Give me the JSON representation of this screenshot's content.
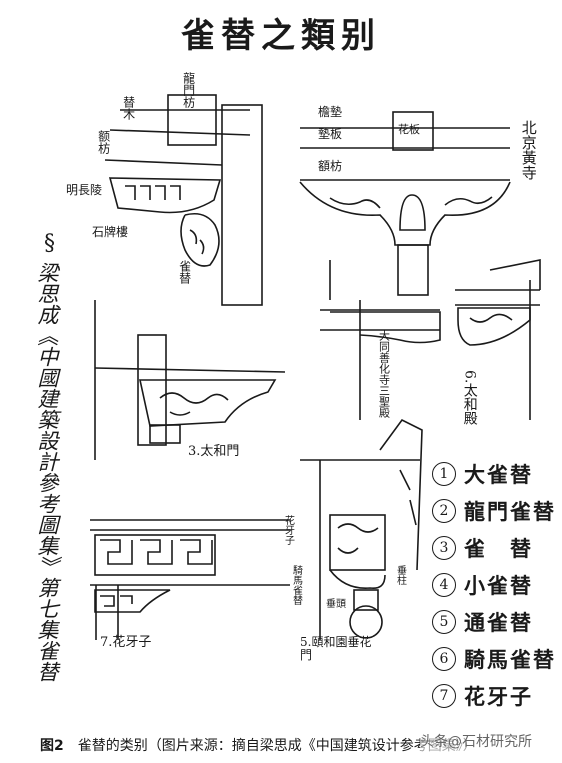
{
  "title": "雀替之類别",
  "sketch_labels": {
    "long_men_fang": "龍門枋",
    "ti_mu": "替木",
    "e_fang": "额枋",
    "ming_zhang_ling": "明長陵",
    "shi_pai_lou": "石牌樓",
    "que_ti_1": "雀替",
    "yan_dian": "檐墊",
    "dian_ban": "墊板",
    "e_fang_2": "額枋",
    "hua_ban": "花板",
    "bei_jing_huang_si": "北京黃寺",
    "datong_shanhua_si": "大同善化寺三聖殿",
    "tai_he_dian": "6.太和殿",
    "tai_he_men": "3.太和門",
    "hua_ya_zi": "7.花牙子",
    "hua_ya_zi_small": "花牙子",
    "qi_ma_que_ti": "騎馬雀替",
    "yi_he_yuan": "5.頤和園垂花門",
    "chui_zhu": "垂柱",
    "deng_zhu": "垂頭"
  },
  "side_note": "梁思成《中國建築設計參考圖集》第七集雀替",
  "side_mark": "§",
  "legend": [
    {
      "num": "1",
      "text": "大雀替"
    },
    {
      "num": "2",
      "text": "龍門雀替"
    },
    {
      "num": "3",
      "text": "雀　替"
    },
    {
      "num": "4",
      "text": "小雀替"
    },
    {
      "num": "5",
      "text": "通雀替"
    },
    {
      "num": "6",
      "text": "騎馬雀替"
    },
    {
      "num": "7",
      "text": "花牙子"
    }
  ],
  "caption": {
    "figure": "图2",
    "text": "雀替的类别（图片来源：摘自梁思成《中国建筑设计参考图集》）"
  },
  "watermark": "头条@石材研究所"
}
